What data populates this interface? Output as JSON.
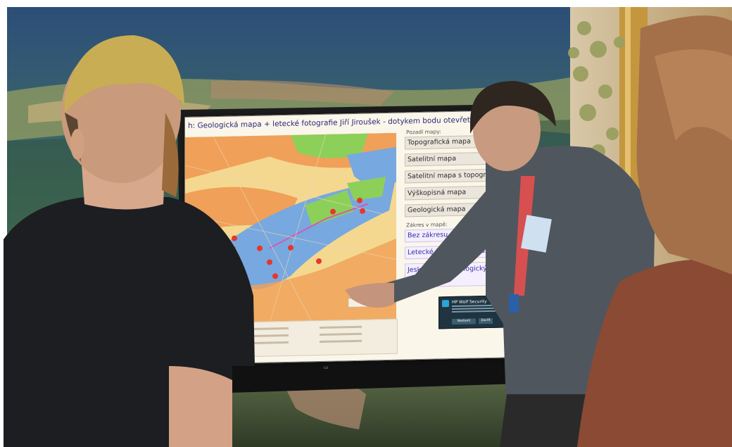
{
  "screen": {
    "title": "h: Geologická mapa + letecké fotografie Jiří Jiroušek - dotykem bodu otevřete fotogra",
    "section_background": "Pozadí mapy:",
    "background_buttons": [
      "Topografická mapa",
      "Satelitní mapa",
      "Satelitní mapa s topografií",
      "Výškopisná mapa",
      "Geologická mapa"
    ],
    "section_overlay": "Zákres v mapě:",
    "overlay_buttons": [
      "Bez zákresu",
      "Letecké fotografie Jiroušek",
      "Jeskyně s archeologickými nálezy"
    ],
    "popup": {
      "title": "HP Wolf Security",
      "button_primary": "Nastavit",
      "button_secondary": "Zavřít"
    }
  },
  "colors": {
    "map_orange": "#f0a058",
    "map_yellow": "#f4d890",
    "map_blue": "#78a8e0",
    "map_green": "#8cd05a",
    "point_red": "#e8362a",
    "route_magenta": "#d05ab4"
  }
}
